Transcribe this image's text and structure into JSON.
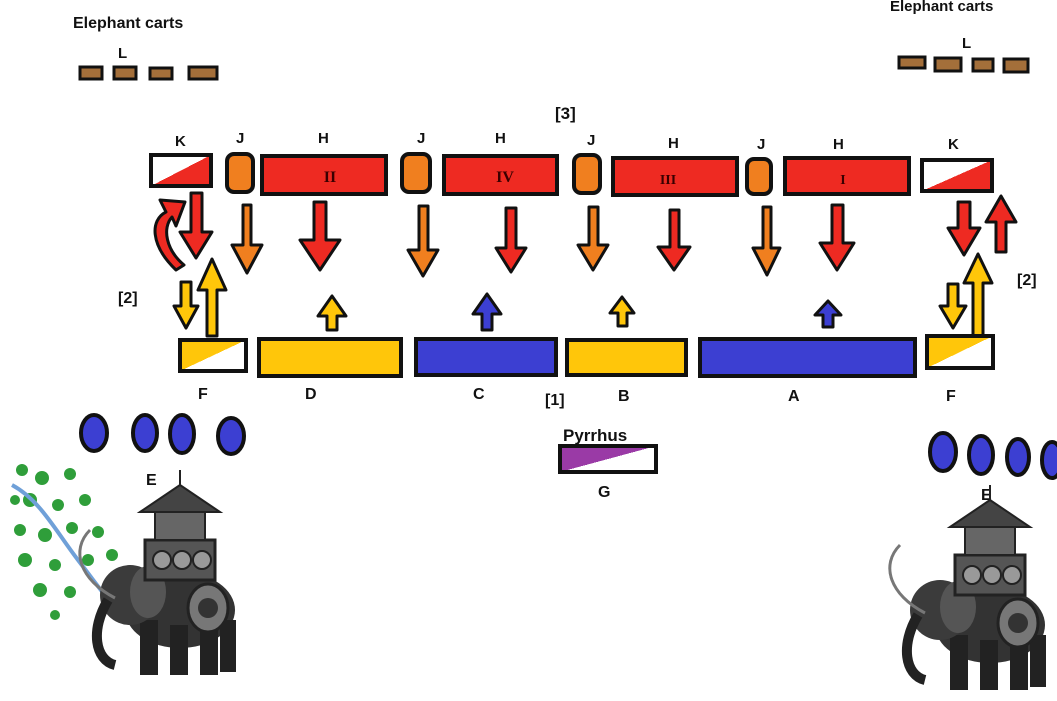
{
  "colors": {
    "roman_red": "#ee2a22",
    "velite_orange": "#f07f1f",
    "gold": "#ffc60a",
    "blue": "#3c3fd2",
    "cart_brown": "#a46f3a",
    "pyrrhus_purple": "#9a3aa6",
    "forest_green": "#2f9e3a",
    "river_blue": "#6fa0d8"
  },
  "carts": {
    "left_title": "Elephant carts",
    "left_letter": "L",
    "right_title": "Elephant carts",
    "right_letter": "L"
  },
  "roman_line": {
    "note": "[3]",
    "cavalry_letter": "K",
    "velites_letter": "J",
    "legion_letter": "H",
    "legions": [
      "II",
      "IV",
      "III",
      "I"
    ]
  },
  "enemy_line": {
    "flank_letter": "F",
    "units": [
      "D",
      "C",
      "B",
      "A"
    ],
    "note_center": "[1]",
    "note_flank": "[2]"
  },
  "king": {
    "name": "Pyrrhus",
    "letter": "G"
  },
  "elephants": {
    "letter": "E",
    "icon": "war-elephant-icon"
  }
}
